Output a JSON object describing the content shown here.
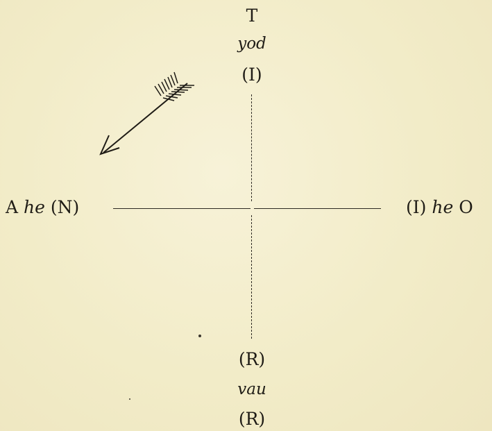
{
  "diagram": {
    "top": {
      "letter": "T",
      "word": "yod",
      "paren": "(I)"
    },
    "left": {
      "letter": "A",
      "word": "he",
      "paren": "(N)"
    },
    "right": {
      "paren": "(I)",
      "word": "he",
      "letter": "O"
    },
    "bottom": {
      "paren_upper": "(R)",
      "word": "vau",
      "paren_lower": "(R)"
    },
    "colors": {
      "paper": "#f4efd0",
      "ink": "#1f1c16"
    },
    "icons": {
      "arrow": "feathered-arrow-icon"
    }
  }
}
